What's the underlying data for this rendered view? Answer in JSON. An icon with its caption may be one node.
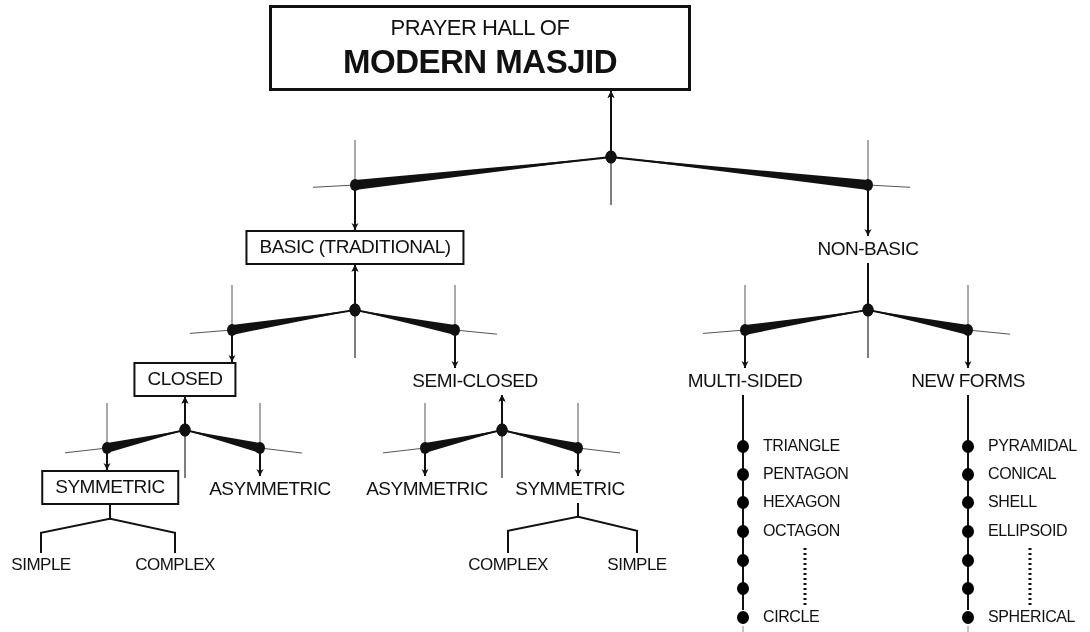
{
  "diagram": {
    "nodes": [
      {
        "text": [
          "PRAYER HALL OF",
          "MODERN MASJID"
        ]
      },
      {
        "text": [
          "BASIC (TRADITIONAL)"
        ]
      },
      {
        "text": [
          "NON-BASIC"
        ]
      },
      {
        "text": [
          "CLOSED"
        ]
      },
      {
        "text": [
          "SEMI-CLOSED"
        ]
      },
      {
        "text": [
          "MULTI-SIDED"
        ]
      },
      {
        "text": [
          "NEW FORMS"
        ]
      },
      {
        "text": [
          "SYMMETRIC"
        ]
      },
      {
        "text": [
          "ASYMMETRIC"
        ]
      },
      {
        "text": [
          "ASYMMETRIC"
        ]
      },
      {
        "text": [
          "SYMMETRIC"
        ]
      },
      {
        "text": [
          "SIMPLE"
        ]
      },
      {
        "text": [
          "COMPLEX"
        ]
      },
      {
        "text": [
          "COMPLEX"
        ]
      },
      {
        "text": [
          "SIMPLE"
        ]
      },
      {
        "text": [
          "TRIANGLE"
        ]
      },
      {
        "text": [
          "PENTAGON"
        ]
      },
      {
        "text": [
          "HEXAGON"
        ]
      },
      {
        "text": [
          "OCTAGON"
        ]
      },
      {
        "text": [],
        "shape": "circle"
      },
      {
        "text": [],
        "shape": "circle"
      },
      {
        "text": [
          "CIRCLE"
        ]
      },
      {
        "text": [
          "PYRAMIDAL"
        ]
      },
      {
        "text": [
          "CONICAL"
        ]
      },
      {
        "text": [
          "SHELL"
        ]
      },
      {
        "text": [
          "ELLIPSOID"
        ]
      },
      {
        "text": [],
        "shape": "circle"
      },
      {
        "text": [],
        "shape": "circle"
      },
      {
        "text": [
          "SPHERICAL"
        ]
      }
    ],
    "edges": [
      {
        "from": 0,
        "to": 1,
        "arrow": "both"
      },
      {
        "from": 0,
        "to": 2,
        "arrow": "both"
      },
      {
        "from": 1,
        "to": 3,
        "arrow": "both"
      },
      {
        "from": 1,
        "to": 4,
        "arrow": "both"
      },
      {
        "from": 2,
        "to": 5,
        "arrow": "to"
      },
      {
        "from": 2,
        "to": 6,
        "arrow": "to"
      },
      {
        "from": 3,
        "to": 7,
        "arrow": "both"
      },
      {
        "from": 3,
        "to": 8,
        "arrow": "both"
      },
      {
        "from": 4,
        "to": 9,
        "arrow": "both"
      },
      {
        "from": 4,
        "to": 10,
        "arrow": "both"
      },
      {
        "from": 7,
        "to": 11,
        "arrow": "none"
      },
      {
        "from": 7,
        "to": 12,
        "arrow": "none"
      },
      {
        "from": 10,
        "to": 13,
        "arrow": "none"
      },
      {
        "from": 10,
        "to": 14,
        "arrow": "none"
      },
      {
        "from": 5,
        "to": 15,
        "arrow": "none"
      },
      {
        "from": 5,
        "to": 16,
        "arrow": "none"
      },
      {
        "from": 5,
        "to": 17,
        "arrow": "none"
      },
      {
        "from": 5,
        "to": 18,
        "arrow": "none"
      },
      {
        "from": 5,
        "to": 19,
        "arrow": "none"
      },
      {
        "from": 5,
        "to": 20,
        "arrow": "none"
      },
      {
        "from": 5,
        "to": 21,
        "arrow": "none"
      },
      {
        "from": 6,
        "to": 22,
        "arrow": "none"
      },
      {
        "from": 6,
        "to": 23,
        "arrow": "none"
      },
      {
        "from": 6,
        "to": 24,
        "arrow": "none"
      },
      {
        "from": 6,
        "to": 25,
        "arrow": "none"
      },
      {
        "from": 6,
        "to": 26,
        "arrow": "none"
      },
      {
        "from": 6,
        "to": 27,
        "arrow": "none"
      },
      {
        "from": 6,
        "to": 28,
        "arrow": "none"
      }
    ]
  }
}
